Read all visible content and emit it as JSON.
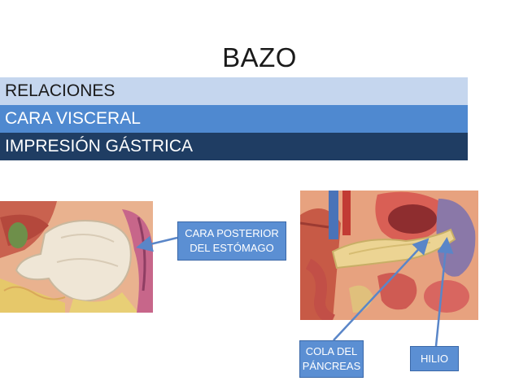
{
  "title": "BAZO",
  "bands": {
    "band1": "RELACIONES",
    "band2": "CARA VISCERAL",
    "band3": "IMPRESIÓN GÁSTRICA"
  },
  "callouts": {
    "stomach": {
      "line1": "CARA POSTERIOR",
      "line2": "DEL ESTÓMAGO"
    },
    "pancreas": {
      "line1": "COLA DEL",
      "line2": "PÁNCREAS"
    },
    "hilum": {
      "line1": "HILIO"
    }
  },
  "colors": {
    "band_light": "#c5d6ee",
    "band_mid": "#4f89d0",
    "band_dark": "#1f3d63",
    "callout": "#5b8fd3",
    "arrow": "#5a86c8"
  },
  "images": {
    "left": "anatomy-illustration-stomach",
    "right": "anatomy-illustration-pancreas-spleen"
  }
}
